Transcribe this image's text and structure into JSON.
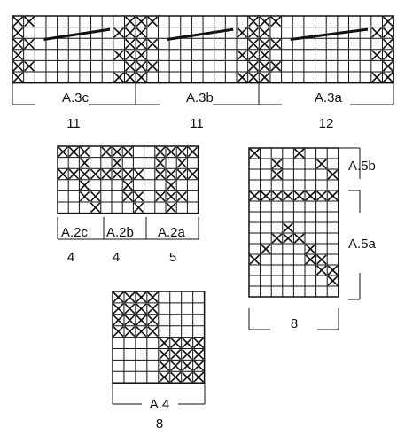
{
  "charts": {
    "A3": {
      "parts": [
        {
          "label": "A.3c",
          "count": "11"
        },
        {
          "label": "A.3b",
          "count": "11"
        },
        {
          "label": "A.3a",
          "count": "12"
        }
      ]
    },
    "A2": {
      "parts": [
        {
          "label": "A.2c",
          "count": "4"
        },
        {
          "label": "A.2b",
          "count": "4"
        },
        {
          "label": "A.2a",
          "count": "5"
        }
      ]
    },
    "A5": {
      "parts": [
        {
          "label": "A.5b"
        },
        {
          "label": "A.5a"
        }
      ],
      "count": "8"
    },
    "A4": {
      "label": "A.4",
      "count": "8"
    }
  }
}
